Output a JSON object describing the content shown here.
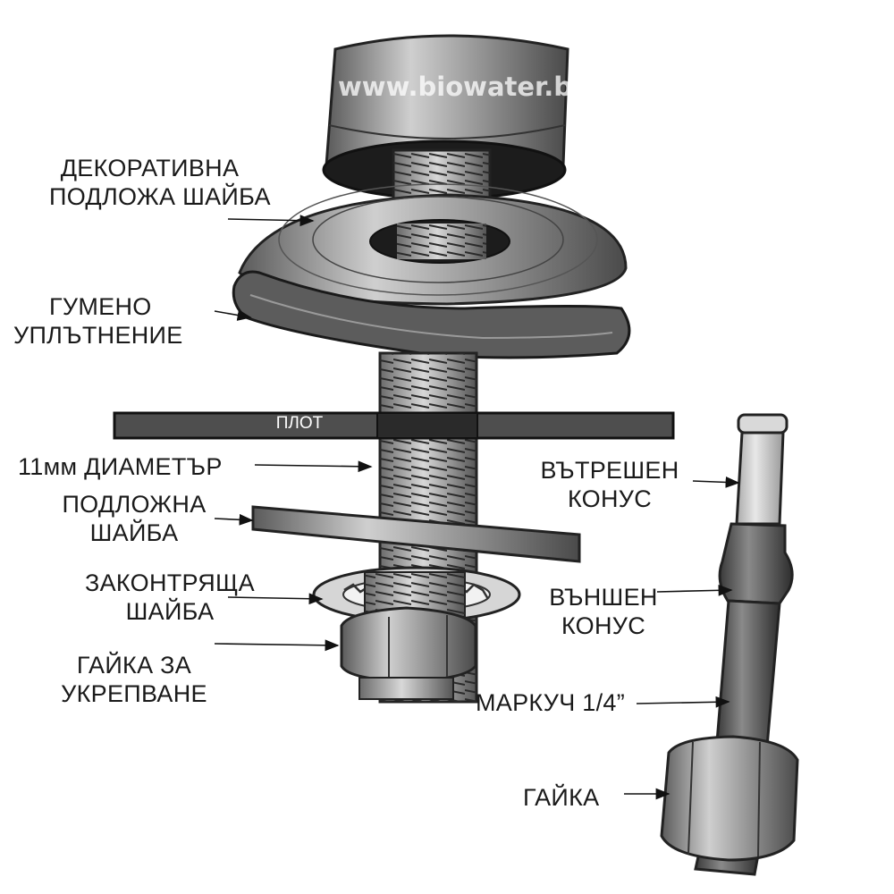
{
  "watermark": "www.biowater.bg",
  "counter_label": "ПЛОТ",
  "labels": {
    "decorative_washer_1": "ДЕКОРАТИВНА",
    "decorative_washer_2": "ПОДЛОЖА ШАЙБА",
    "rubber_seal_1": "ГУМЕНО",
    "rubber_seal_2": "УПЛЪТНЕНИЕ",
    "diameter": "11мм ДИАМЕТЪР",
    "base_washer_1": "ПОДЛОЖНА",
    "base_washer_2": "ШАЙБА",
    "lock_washer_1": "ЗАКОНТРЯЩА",
    "lock_washer_2": "ШАЙБА",
    "mount_nut_1": "ГАЙКА ЗА",
    "mount_nut_2": "УКРЕПВАНЕ",
    "inner_cone_1": "ВЪТРЕШЕН",
    "inner_cone_2": "КОНУС",
    "outer_cone_1": "ВЪНШЕН",
    "outer_cone_2": "КОНУС",
    "hose": "МАРКУЧ 1/4”",
    "nut": "ГАЙКА"
  }
}
